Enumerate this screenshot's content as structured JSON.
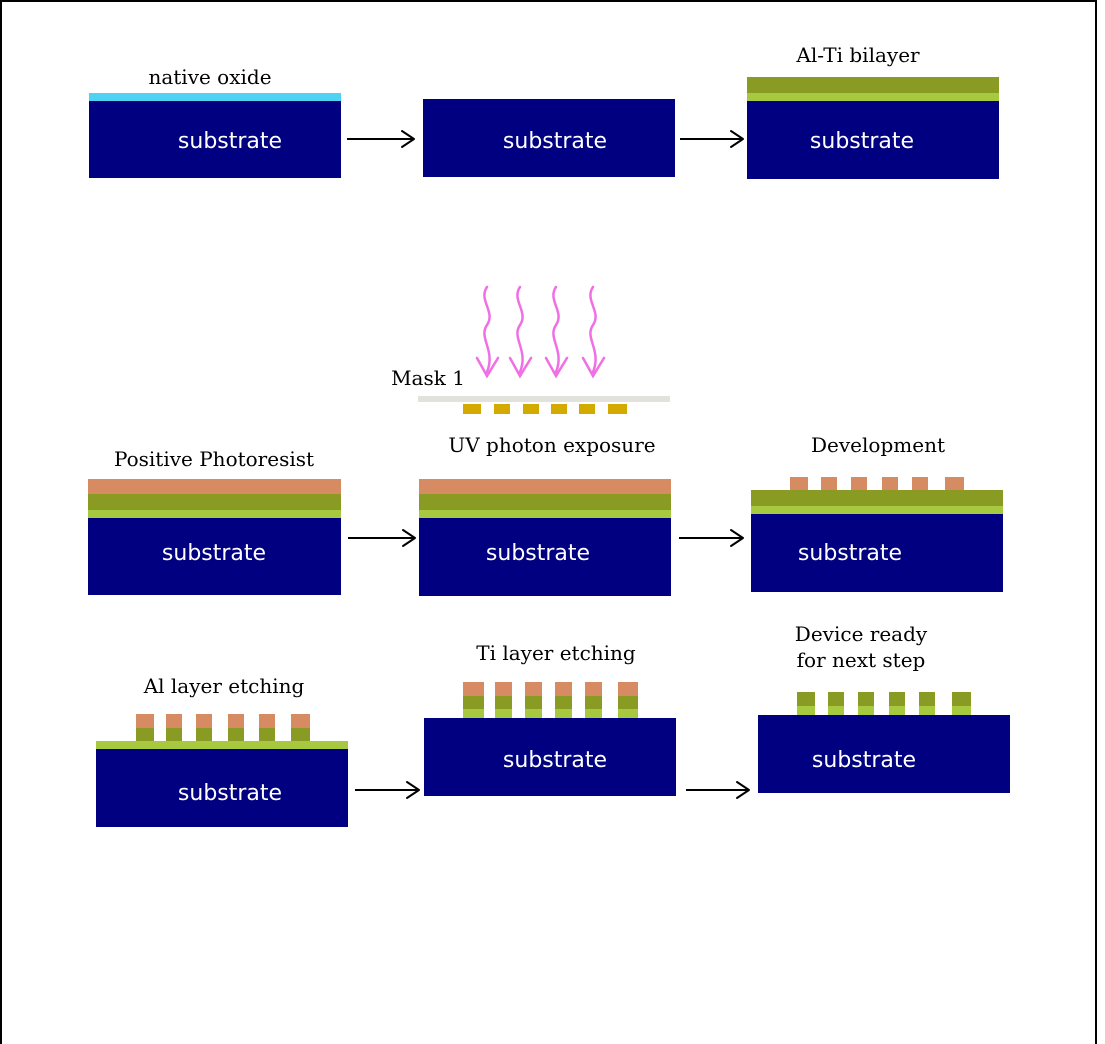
{
  "colors": {
    "substrate": "#000080",
    "native_oxide": "#4fd3f5",
    "al_layer": "#8a9b24",
    "ti_layer": "#a6c940",
    "photoresist": "#d68b63",
    "mask_plate": "#e3e1dc",
    "mask_pattern": "#d4aa00",
    "uv_rays": "#f06fe4"
  },
  "icons": {
    "arrow": "right-arrow-icon",
    "uv": "uv-ray-icon"
  },
  "labels": {
    "substrate": "substrate",
    "native_oxide": "native oxide",
    "al_ti_bilayer": "Al-Ti bilayer",
    "mask": "Mask 1",
    "positive_photoresist": "Positive Photoresist",
    "uv_exposure": "UV photon exposure",
    "development": "Development",
    "al_etching": "Al layer etching",
    "ti_etching": "Ti layer etching",
    "device_ready_line1": "Device ready",
    "device_ready_line2": "for next step"
  }
}
